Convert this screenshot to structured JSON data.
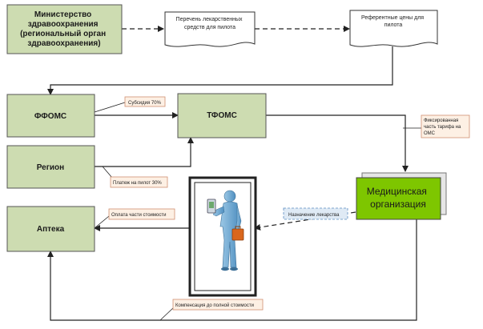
{
  "boxes": {
    "ministry": [
      "Министерство",
      "здравоохранения",
      "(региональный орган",
      "здравоохранения)"
    ],
    "ffoms": "ФФОМС",
    "tfoms": "ТФОМС",
    "region": "Регион",
    "pharmacy": "Аптека",
    "medical_org": [
      "Медицинская",
      "организация"
    ]
  },
  "documents": {
    "drug_list": [
      "Перечень лекарственных",
      "средств для пилота"
    ],
    "ref_prices": [
      "Референтные цены для",
      "пилота"
    ]
  },
  "callouts": {
    "subsidy": "Субсидия 70%",
    "region_payment": "Платеж на пилот 30%",
    "fixed_tariff": [
      "Фиксированная",
      "часть тарифа на",
      "ОМС"
    ],
    "prescription": "Назначение лекарства",
    "partial_payment": "Оплата части стоимости",
    "full_compensation": "Компенсация до полной стоимости"
  },
  "colors": {
    "box_fill": "#cddcb1",
    "box_stroke": "#555555",
    "medical_fill": "#7ec600",
    "callout_fill": "#fdf0e4",
    "callout_stroke": "#d09070",
    "dashed_callout_fill": "#dfeaf5",
    "dashed_callout_stroke": "#5b8cc0"
  },
  "icons": {
    "patient": "patient-with-device-and-briefcase-icon"
  }
}
